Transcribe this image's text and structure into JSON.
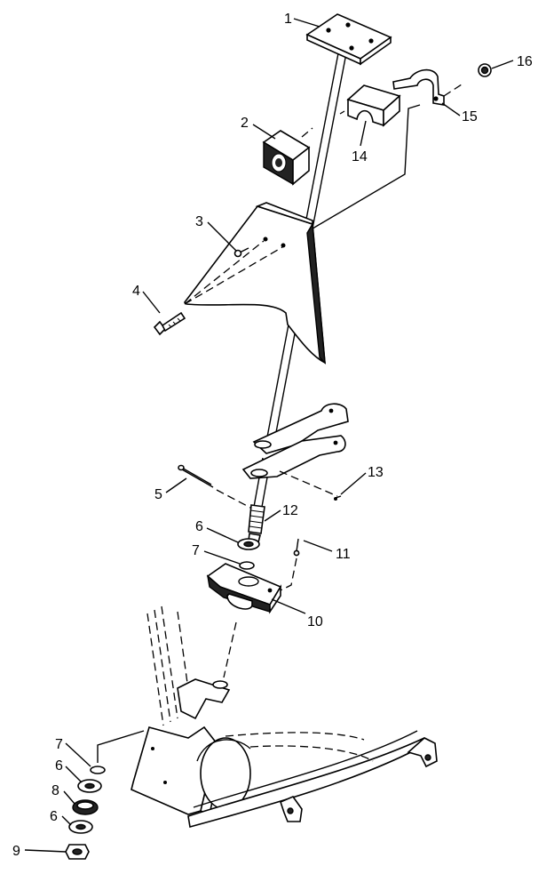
{
  "diagram": {
    "callouts": [
      "1",
      "2",
      "3",
      "4",
      "5",
      "6",
      "7",
      "8",
      "9",
      "10",
      "11",
      "12",
      "13",
      "14",
      "15",
      "16"
    ],
    "callouts_lower": [
      "6",
      "7",
      "6",
      "8",
      "6",
      "9",
      "7"
    ]
  }
}
